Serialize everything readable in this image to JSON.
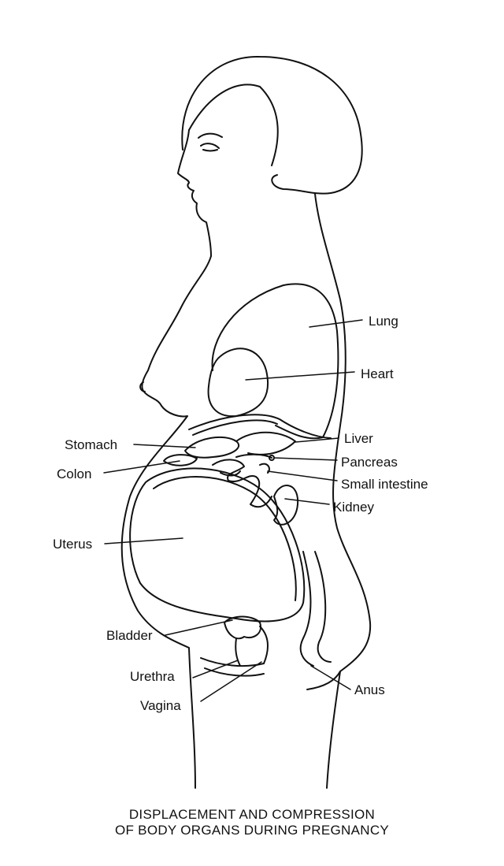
{
  "labels": {
    "lung": "Lung",
    "heart": "Heart",
    "liver": "Liver",
    "pancreas": "Pancreas",
    "small_intestine": "Small intestine",
    "kidney": "Kidney",
    "stomach": "Stomach",
    "colon": "Colon",
    "uterus": "Uterus",
    "bladder": "Bladder",
    "urethra": "Urethra",
    "vagina": "Vagina",
    "anus": "Anus"
  },
  "caption": {
    "line1": "DISPLACEMENT AND COMPRESSION",
    "line2": "OF BODY ORGANS DURING PREGNANCY"
  }
}
